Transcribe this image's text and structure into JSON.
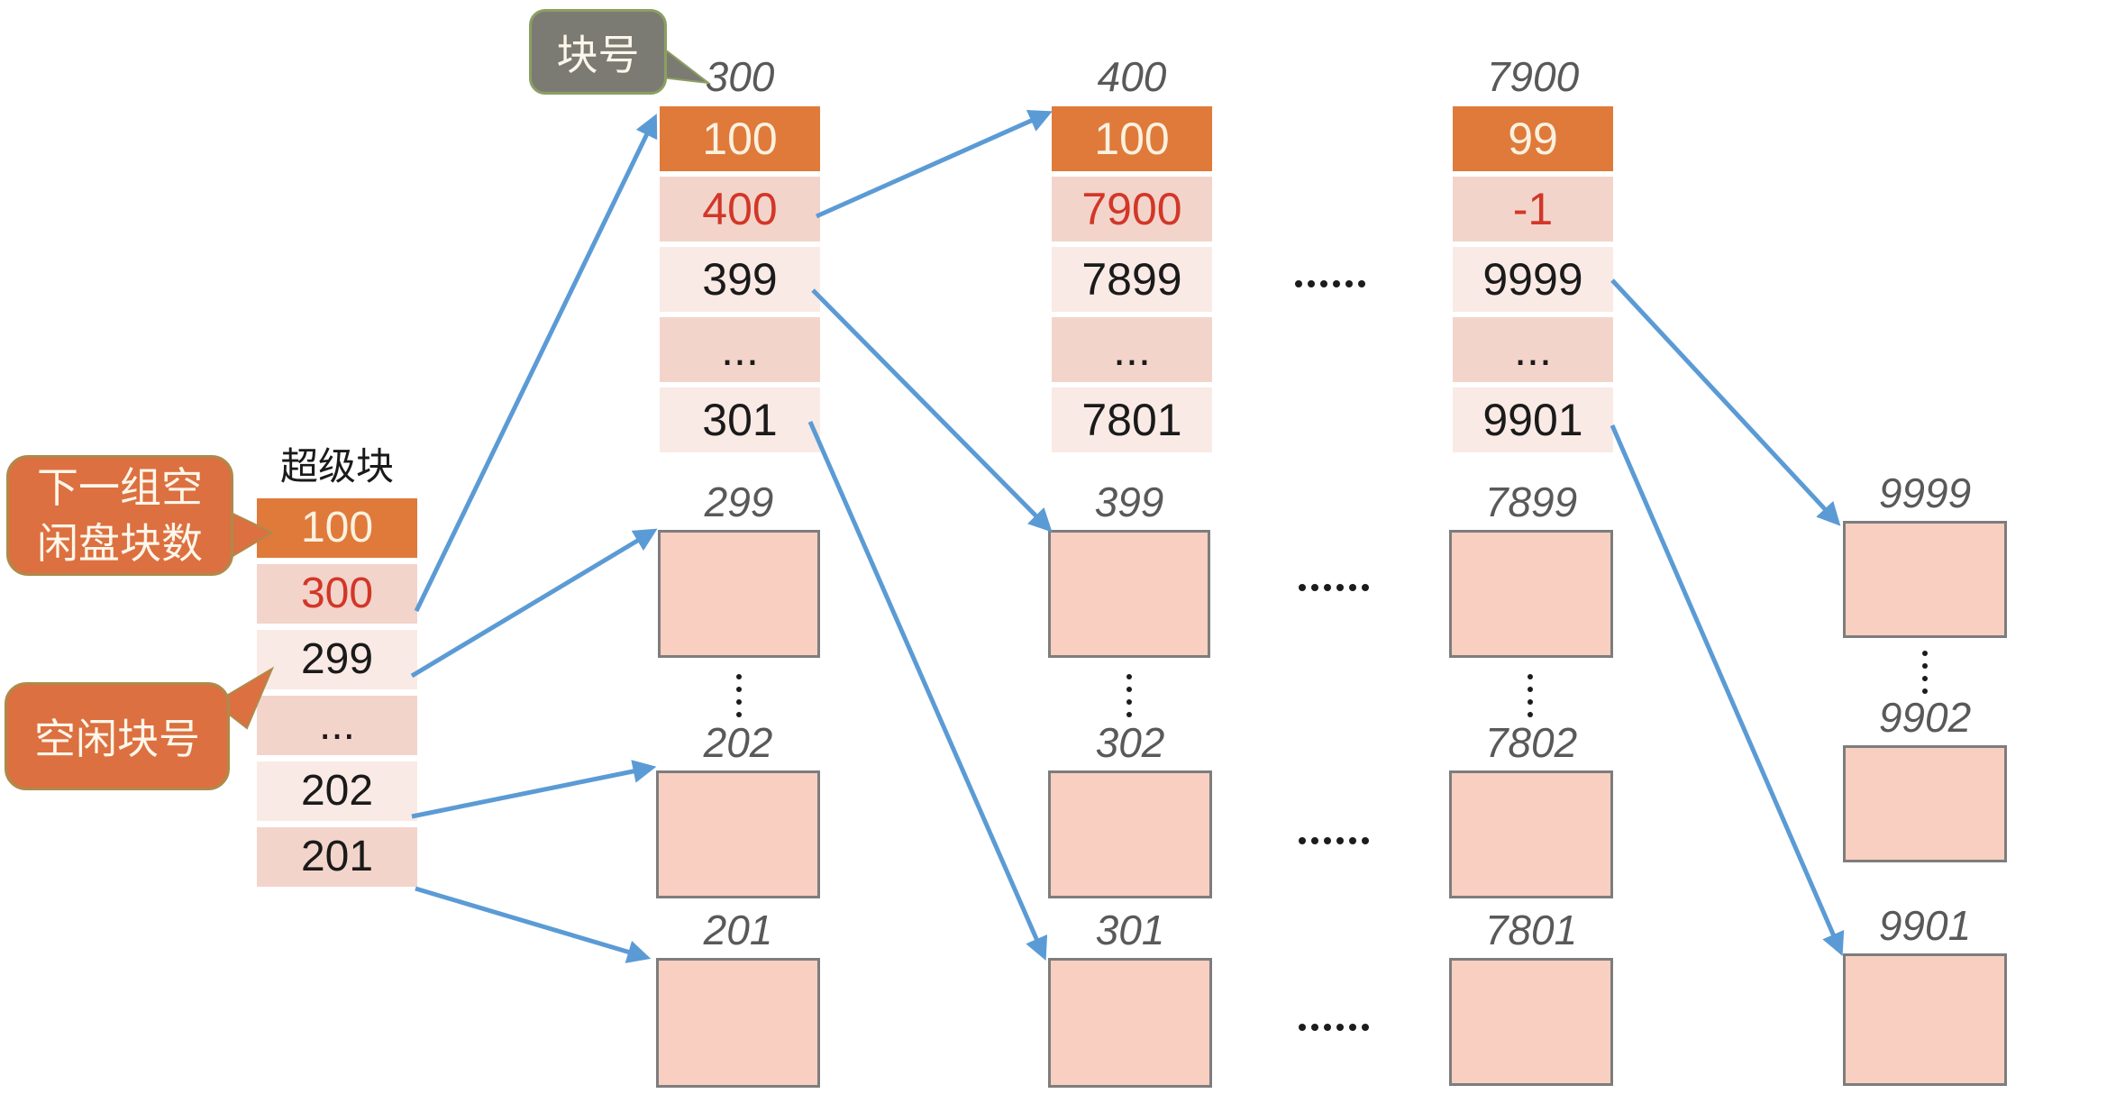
{
  "callouts": {
    "block_number": "块号",
    "next_group_count": "下一组空闲盘块数",
    "free_block_number": "空闲块号"
  },
  "superblock": {
    "title": "超级块",
    "cells": [
      "100",
      "300",
      "299",
      "...",
      "202",
      "201"
    ]
  },
  "tables": [
    {
      "header": "300",
      "cells": [
        "100",
        "400",
        "399",
        "...",
        "301"
      ]
    },
    {
      "header": "400",
      "cells": [
        "100",
        "7900",
        "7899",
        "...",
        "7801"
      ]
    },
    {
      "header": "7900",
      "cells": [
        "99",
        "-1",
        "9999",
        "...",
        "9901"
      ]
    }
  ],
  "blocks": [
    {
      "label": "299"
    },
    {
      "label": "399"
    },
    {
      "label": "7899"
    },
    {
      "label": "9999"
    },
    {
      "label": "202"
    },
    {
      "label": "302"
    },
    {
      "label": "7802"
    },
    {
      "label": "9902"
    },
    {
      "label": "201"
    },
    {
      "label": "301"
    },
    {
      "label": "7801"
    },
    {
      "label": "9901"
    }
  ],
  "decor": {
    "h_ellipsis": "......",
    "v_ellipsis": "⋮"
  },
  "colors": {
    "cell_orange": "#DF7A3B",
    "cell_pink_dark": "#F3D4CB",
    "cell_pink_light": "#FAEAE5",
    "block_fill": "#F8CFC1",
    "red_text": "#D23728",
    "arrow_blue": "#5B9BD5",
    "callout_orange": "#DC7040",
    "callout_grey": "#7B7B73"
  }
}
